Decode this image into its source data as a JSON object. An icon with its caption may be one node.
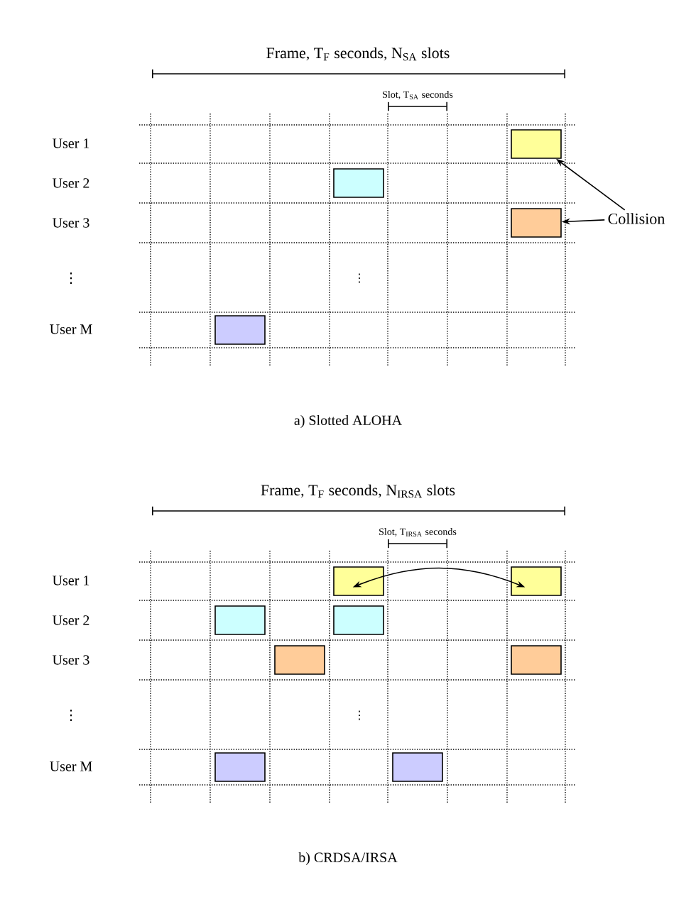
{
  "diagram": {
    "nodes": [
      {
        "text": [],
        "shape": "box"
      },
      {
        "text": [],
        "shape": "box"
      },
      {
        "text": [],
        "shape": "box"
      },
      {
        "text": [],
        "shape": "box"
      },
      {
        "text": [
          "Collision"
        ]
      },
      {
        "text": [],
        "shape": "box"
      },
      {
        "text": [],
        "shape": "box"
      },
      {
        "text": [],
        "shape": "box"
      },
      {
        "text": [],
        "shape": "box"
      },
      {
        "text": [],
        "shape": "box"
      },
      {
        "text": [],
        "shape": "box"
      },
      {
        "text": [],
        "shape": "box"
      },
      {
        "text": [],
        "shape": "box"
      }
    ],
    "edges": [
      {
        "from": 4,
        "to": 0,
        "arrow": "to"
      },
      {
        "from": 4,
        "to": 2,
        "arrow": "to"
      },
      {
        "from": 5,
        "to": 6,
        "arrow": "both"
      }
    ],
    "labels": [
      "Frame, T$_{F}$ seconds, N$_{SA}$ slots",
      "Slot, T$_{SA}$ seconds",
      "User 1",
      "User 2",
      "User 3",
      "⋮",
      "⋮",
      "User M",
      "a) Slotted ALOHA",
      "Frame, T$_{F}$ seconds, N$_{IRSA}$ slots",
      "Slot, T$_{IRSA}$ seconds",
      "User 1",
      "User 2",
      "User 3",
      "⋮",
      "⋮",
      "User M",
      "b) CRDSA/IRSA"
    ]
  }
}
